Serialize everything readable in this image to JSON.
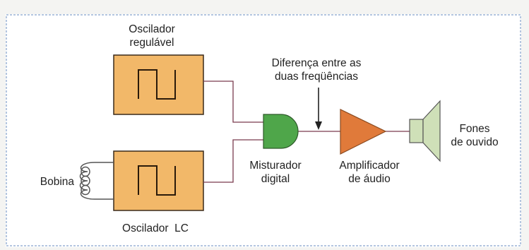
{
  "diagram": {
    "blocks": {
      "osc_adjustable": {
        "line1": "Oscilador",
        "line2": "regulável"
      },
      "osc_lc": {
        "label": "Oscilador  LC"
      },
      "coil": {
        "label": "Bobina"
      },
      "mixer": {
        "line1": "Misturador",
        "line2": "digital"
      },
      "amplifier": {
        "line1": "Amplificador",
        "line2": "de áudio"
      },
      "headphones": {
        "line1": "Fones",
        "line2": "de ouvido"
      }
    },
    "annotation": {
      "line1": "Diferença entre as",
      "line2": "duas freqüências"
    }
  },
  "colors": {
    "oscillator_fill": "#f2b869",
    "oscillator_border": "#3a2a1a",
    "wire": "#7a3b4e",
    "mixer_fill": "#4fa64a",
    "amplifier_fill": "#e07a3a",
    "headphone_fill": "#cfe0b8",
    "frame": "#9bb3d6",
    "panel": "#ffffff"
  }
}
